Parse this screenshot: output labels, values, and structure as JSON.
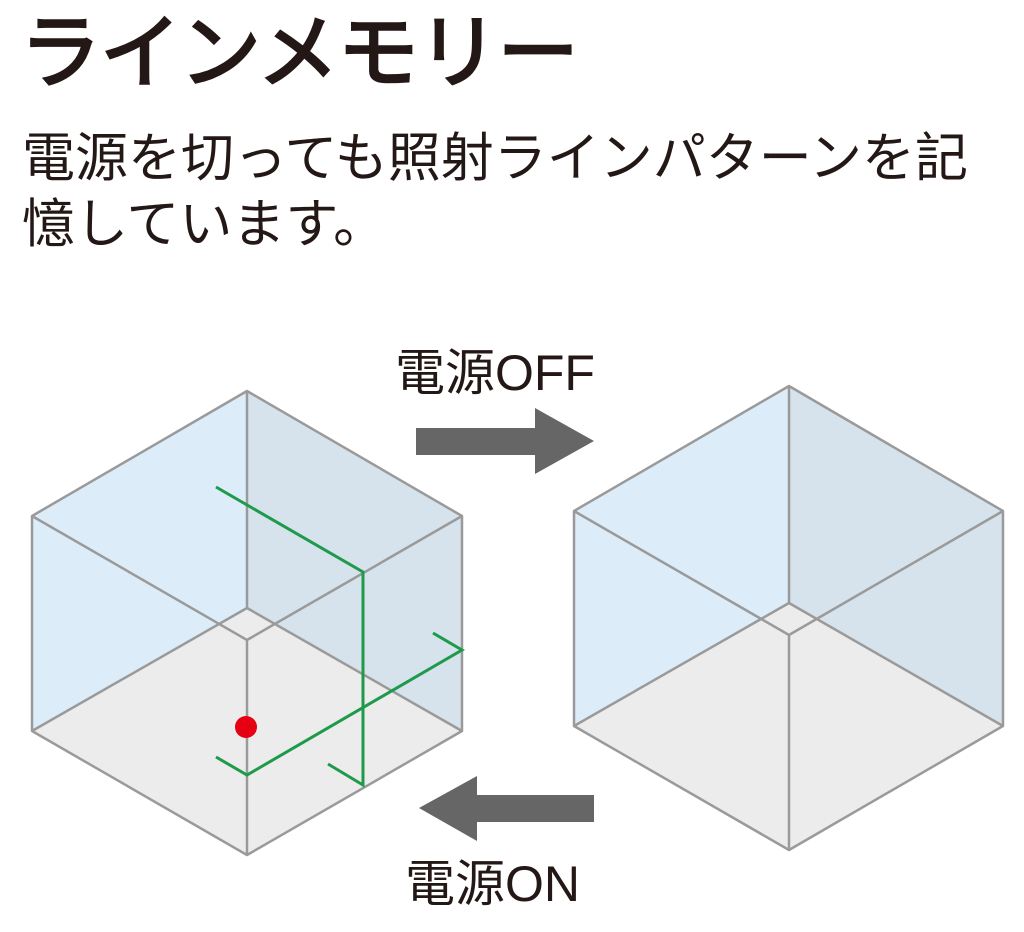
{
  "title": "ラインメモリー",
  "description_lines": [
    "電源を切っても照射ラインパターンを記",
    "憶しています。"
  ],
  "labels": {
    "power_off": "電源OFF",
    "power_on": "電源ON"
  },
  "icons": {
    "arrow_right": "arrow-right-icon",
    "arrow_left": "arrow-left-icon"
  },
  "colors": {
    "text": "#231815",
    "laser_line": "#1e9a4a",
    "laser_dot": "#e50012",
    "arrow": "#666666",
    "wall_left": "#dcedf9",
    "wall_right": "#d6e3ec",
    "floor": "#ececec",
    "edge": "#9a9a9a"
  }
}
